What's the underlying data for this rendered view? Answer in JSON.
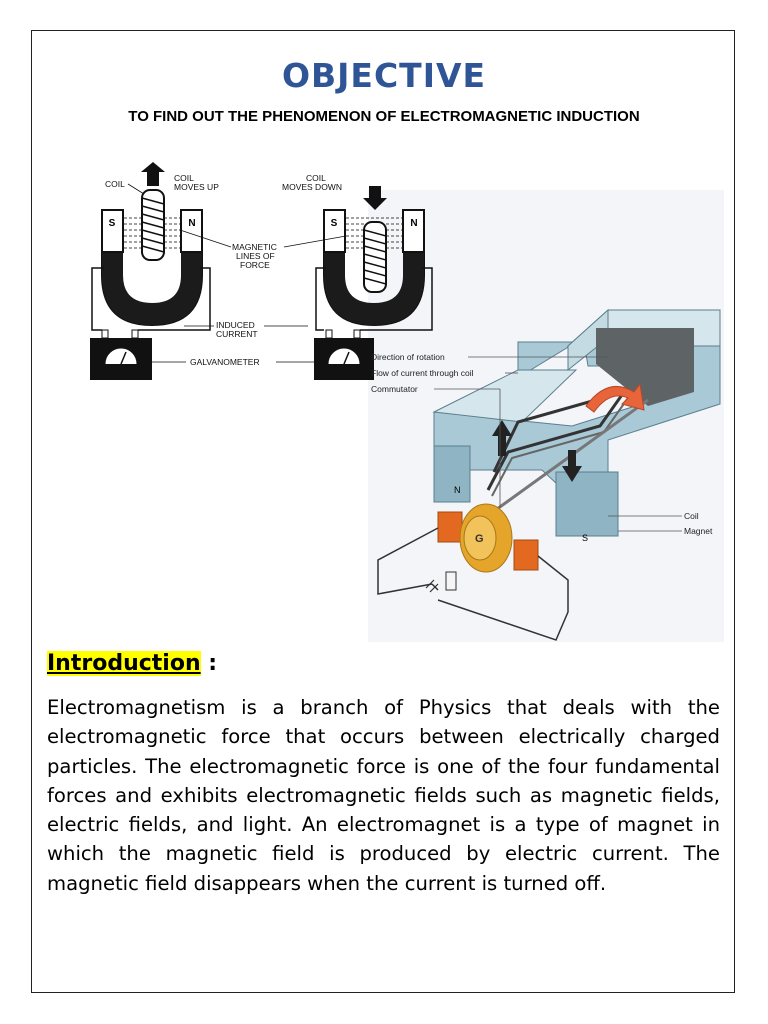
{
  "document": {
    "title": "OBJECTIVE",
    "subtitle": "TO FIND OUT THE PHENOMENON OF ELECTROMAGNETIC INDUCTION"
  },
  "figure": {
    "left_diagram": {
      "coil": "COIL",
      "coil_moves_up_1": "COIL",
      "coil_moves_up_2": "MOVES UP",
      "coil_moves_down_1": "COIL",
      "coil_moves_down_2": "MOVES DOWN",
      "magnetic_1": "MAGNETIC",
      "magnetic_2": "LINES OF",
      "magnetic_3": "FORCE",
      "induced_1": "INDUCED",
      "induced_2": "CURRENT",
      "galvanometer": "GALVANOMETER",
      "pole_s": "S",
      "pole_n": "N"
    },
    "right_diagram": {
      "direction_of_rotation": "Direction of rotation",
      "flow_of_current": "Flow of current through coil",
      "commutator": "Commutator",
      "coil": "Coil",
      "magnet": "Magnet",
      "pole_n": "N",
      "pole_s": "S",
      "galvanometer_g": "G"
    }
  },
  "introduction": {
    "heading": "Introduction",
    "colon": " :",
    "body": "Electromagnetism is a branch of Physics that deals with the electromagnetic force that occurs between electrically charged particles. The electromagnetic force is one of the four fundamental forces and exhibits electromagnetic fields such as magnetic fields, electric fields, and light. An electromagnet is a type of magnet in which the magnetic field is produced by electric current. The magnetic field disappears when the current is turned off."
  }
}
